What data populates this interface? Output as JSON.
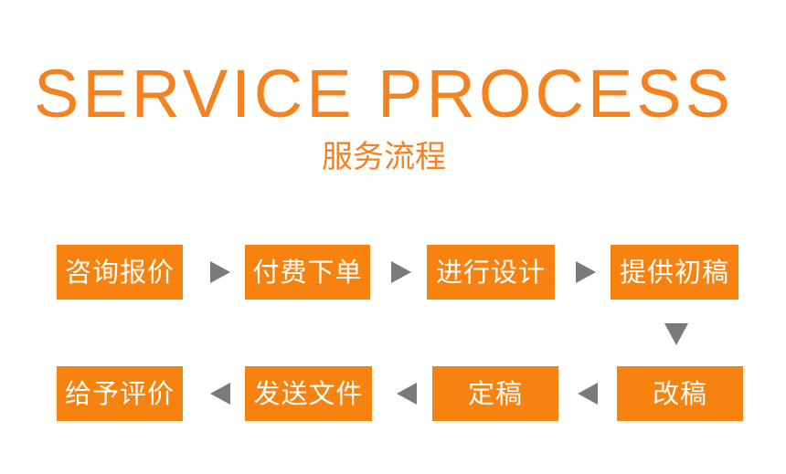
{
  "title": {
    "english": "SERVICE PROCESS",
    "chinese": "服务流程"
  },
  "colors": {
    "accent": "#f7820f",
    "arrow": "#7a7a7a",
    "background": "#ffffff"
  },
  "steps": [
    {
      "label": "咨询报价"
    },
    {
      "label": "付费下单"
    },
    {
      "label": "进行设计"
    },
    {
      "label": "提供初稿"
    },
    {
      "label": "改稿"
    },
    {
      "label": "定稿"
    },
    {
      "label": "发送文件"
    },
    {
      "label": "给予评价"
    }
  ],
  "arrows": [
    "right",
    "right",
    "right",
    "down",
    "left",
    "left",
    "left"
  ]
}
